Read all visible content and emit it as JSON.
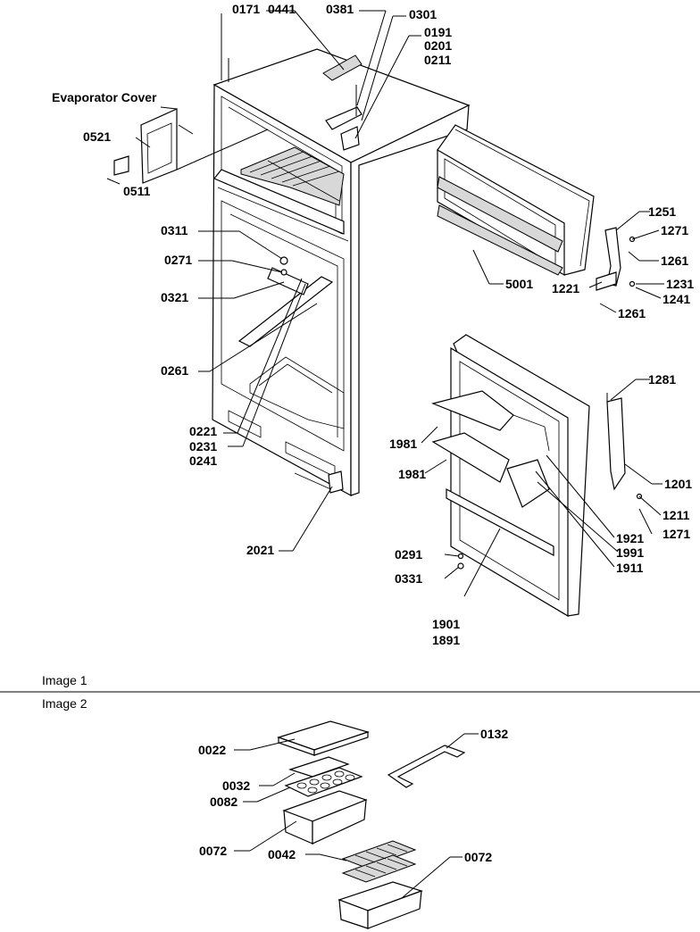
{
  "image1": {
    "caption": "Image 1",
    "callouts": [
      {
        "id": "c0171",
        "text": "0171"
      },
      {
        "id": "c0441",
        "text": "0441"
      },
      {
        "id": "c0381",
        "text": "0381"
      },
      {
        "id": "c0301",
        "text": "0301"
      },
      {
        "id": "c0191",
        "text": "0191"
      },
      {
        "id": "c0201",
        "text": "0201"
      },
      {
        "id": "c0211",
        "text": "0211"
      },
      {
        "id": "cEvap",
        "text": "Evaporator Cover"
      },
      {
        "id": "c0521",
        "text": "0521"
      },
      {
        "id": "c0511",
        "text": "0511"
      },
      {
        "id": "c0311",
        "text": "0311"
      },
      {
        "id": "c0271",
        "text": "0271"
      },
      {
        "id": "c0321",
        "text": "0321"
      },
      {
        "id": "c0261",
        "text": "0261"
      },
      {
        "id": "c0221",
        "text": "0221"
      },
      {
        "id": "c0231",
        "text": "0231"
      },
      {
        "id": "c0241",
        "text": "0241"
      },
      {
        "id": "c2021",
        "text": "2021"
      },
      {
        "id": "c1251",
        "text": "1251"
      },
      {
        "id": "c1271a",
        "text": "1271"
      },
      {
        "id": "c1261a",
        "text": "1261"
      },
      {
        "id": "c1231",
        "text": "1231"
      },
      {
        "id": "c1241",
        "text": "1241"
      },
      {
        "id": "c1221",
        "text": "1221"
      },
      {
        "id": "c1261b",
        "text": "1261"
      },
      {
        "id": "c5001",
        "text": "5001"
      },
      {
        "id": "c1281",
        "text": "1281"
      },
      {
        "id": "c1201",
        "text": "1201"
      },
      {
        "id": "c1211",
        "text": "1211"
      },
      {
        "id": "c1271b",
        "text": "1271"
      },
      {
        "id": "c1981a",
        "text": "1981"
      },
      {
        "id": "c1981b",
        "text": "1981"
      },
      {
        "id": "c1921",
        "text": "1921"
      },
      {
        "id": "c1991",
        "text": "1991"
      },
      {
        "id": "c1911",
        "text": "1911"
      },
      {
        "id": "c0291",
        "text": "0291"
      },
      {
        "id": "c0331",
        "text": "0331"
      },
      {
        "id": "c1901",
        "text": "1901"
      },
      {
        "id": "c1891",
        "text": "1891"
      }
    ]
  },
  "image2": {
    "caption": "Image 2",
    "callouts": [
      {
        "id": "c0022",
        "text": "0022"
      },
      {
        "id": "c0132",
        "text": "0132"
      },
      {
        "id": "c0032",
        "text": "0032"
      },
      {
        "id": "c0082",
        "text": "0082"
      },
      {
        "id": "c0072a",
        "text": "0072"
      },
      {
        "id": "c0042",
        "text": "0042"
      },
      {
        "id": "c0072b",
        "text": "0072"
      }
    ]
  }
}
